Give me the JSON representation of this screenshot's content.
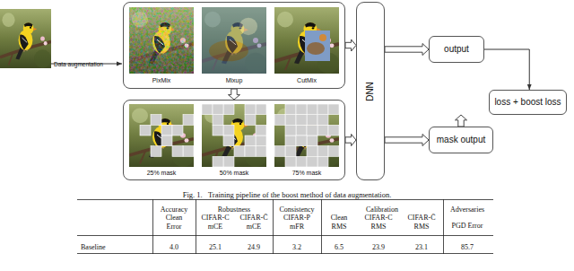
{
  "diagram": {
    "caption": "Fig. 1.   Training pipeline of the boost method of data augmentation.",
    "nodes": [
      {
        "text": [
          "PixMix",
          "Mixup",
          "CutMix"
        ]
      },
      {
        "text": [
          "25% mask",
          "50% mask",
          "75% mask"
        ]
      },
      {
        "text": [
          "DNN"
        ]
      },
      {
        "text": [
          "output"
        ]
      },
      {
        "text": [
          "mask output"
        ]
      },
      {
        "text": [
          "loss + boost loss"
        ]
      }
    ],
    "edges": [
      {
        "from": 0,
        "to": 1,
        "arrow": "to"
      },
      {
        "from": 0,
        "to": 2,
        "arrow": "to"
      },
      {
        "from": 1,
        "to": 2,
        "arrow": "to"
      },
      {
        "from": 2,
        "to": 3,
        "arrow": "to"
      },
      {
        "from": 2,
        "to": 4,
        "arrow": "to"
      },
      {
        "from": 3,
        "to": 5,
        "arrow": "to"
      },
      {
        "from": 4,
        "to": 5,
        "arrow": "to"
      }
    ],
    "labels": [
      "Data augmentation",
      "Accuracy",
      "Robustness",
      "Consistency",
      "Calibration",
      "Adversaries",
      "Clean Error",
      "CIFAR-C mCE",
      "CIFAR-C̄ mCE",
      "CIFAR-P mFR",
      "Clean RMS",
      "CIFAR-C RMS",
      "CIFAR-C̄ RMS",
      "PGD Error",
      "Baseline",
      "4.0",
      "25.1",
      "24.9",
      "3.2",
      "6.5",
      "23.9",
      "23.1",
      "85.7"
    ]
  }
}
